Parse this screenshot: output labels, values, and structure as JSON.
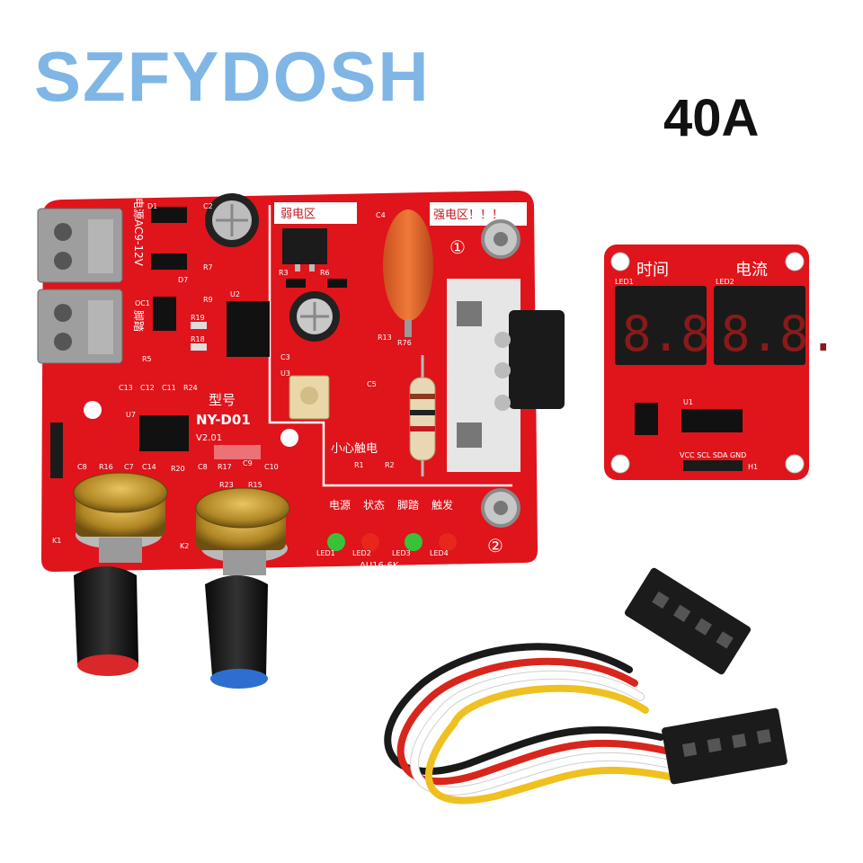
{
  "brand": {
    "name": "SZFYDOSH",
    "color": "#7fb6e6"
  },
  "rating": "40A",
  "main_board": {
    "model_label": "型号",
    "model": "NY-D01",
    "version": "V2.01",
    "weak_zone": "弱电区",
    "strong_zone": "强电区！！！",
    "caution": "小心触电",
    "power_input": "电源AC9-12V",
    "pedal": "脚踏",
    "status_labels": [
      "电源",
      "状态",
      "脚踏",
      "触发"
    ],
    "led_labels": [
      "LED1",
      "LED2",
      "LED3",
      "LED4"
    ],
    "marker_1": "①",
    "marker_2": "②",
    "part_code": "AU16-6K",
    "knob_labels": [
      "K1",
      "K2"
    ],
    "components": [
      "D1",
      "C2",
      "D7",
      "R7",
      "R9",
      "OC1",
      "U2",
      "R19",
      "R18",
      "R5",
      "C13",
      "C12",
      "C11",
      "R24",
      "U7",
      "R3",
      "R6",
      "C3",
      "C4",
      "R13",
      "R76",
      "C5",
      "R1",
      "R2",
      "U3",
      "C8",
      "R16",
      "C7",
      "C14",
      "R20",
      "C8",
      "R17",
      "C9",
      "C10",
      "R23",
      "R15"
    ],
    "led_colors": [
      "#38c23a",
      "#e8261b",
      "#38c23a",
      "#e8261b"
    ],
    "pcb_color": "#e0141b"
  },
  "display_board": {
    "time_label": "时间",
    "current_label": "电流",
    "digits": [
      "8.8.",
      "8.8."
    ],
    "led_tags": [
      "LED1",
      "LED2"
    ],
    "pins": "VCC SCL SDA GND",
    "chip": "U1",
    "header": "H1"
  },
  "cable": {
    "wire_colors": [
      "#1a1a1a",
      "#d8261c",
      "#ffffff",
      "#f0c020"
    ]
  }
}
